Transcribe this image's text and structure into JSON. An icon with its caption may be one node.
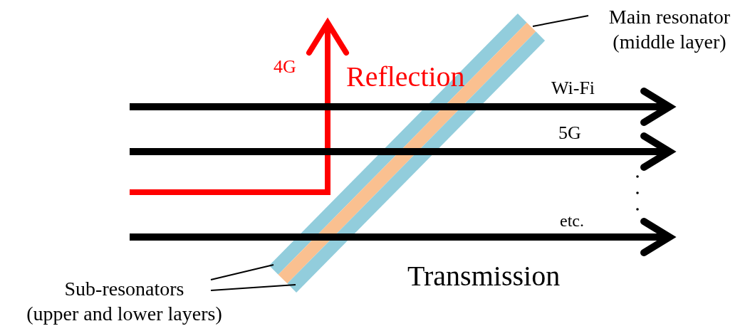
{
  "diagram": {
    "nodes": [
      {
        "text": [
          "Main resonator (middle layer)"
        ]
      },
      {
        "text": [
          "Sub-resonators (upper and lower layers)"
        ]
      },
      {
        "text": [],
        "shape": "bar"
      },
      {
        "text": [],
        "shape": "bar"
      },
      {
        "text": [],
        "shape": "bar"
      }
    ],
    "edges": [
      {
        "from": 0,
        "to": 3,
        "arrow": "none"
      },
      {
        "from": 1,
        "to": 2,
        "arrow": "none"
      },
      {
        "from": 1,
        "to": 4,
        "arrow": "none"
      }
    ],
    "labels": [
      "4G",
      "Reflection",
      "Wi-Fi",
      "5G",
      "etc.",
      "Transmission"
    ]
  }
}
